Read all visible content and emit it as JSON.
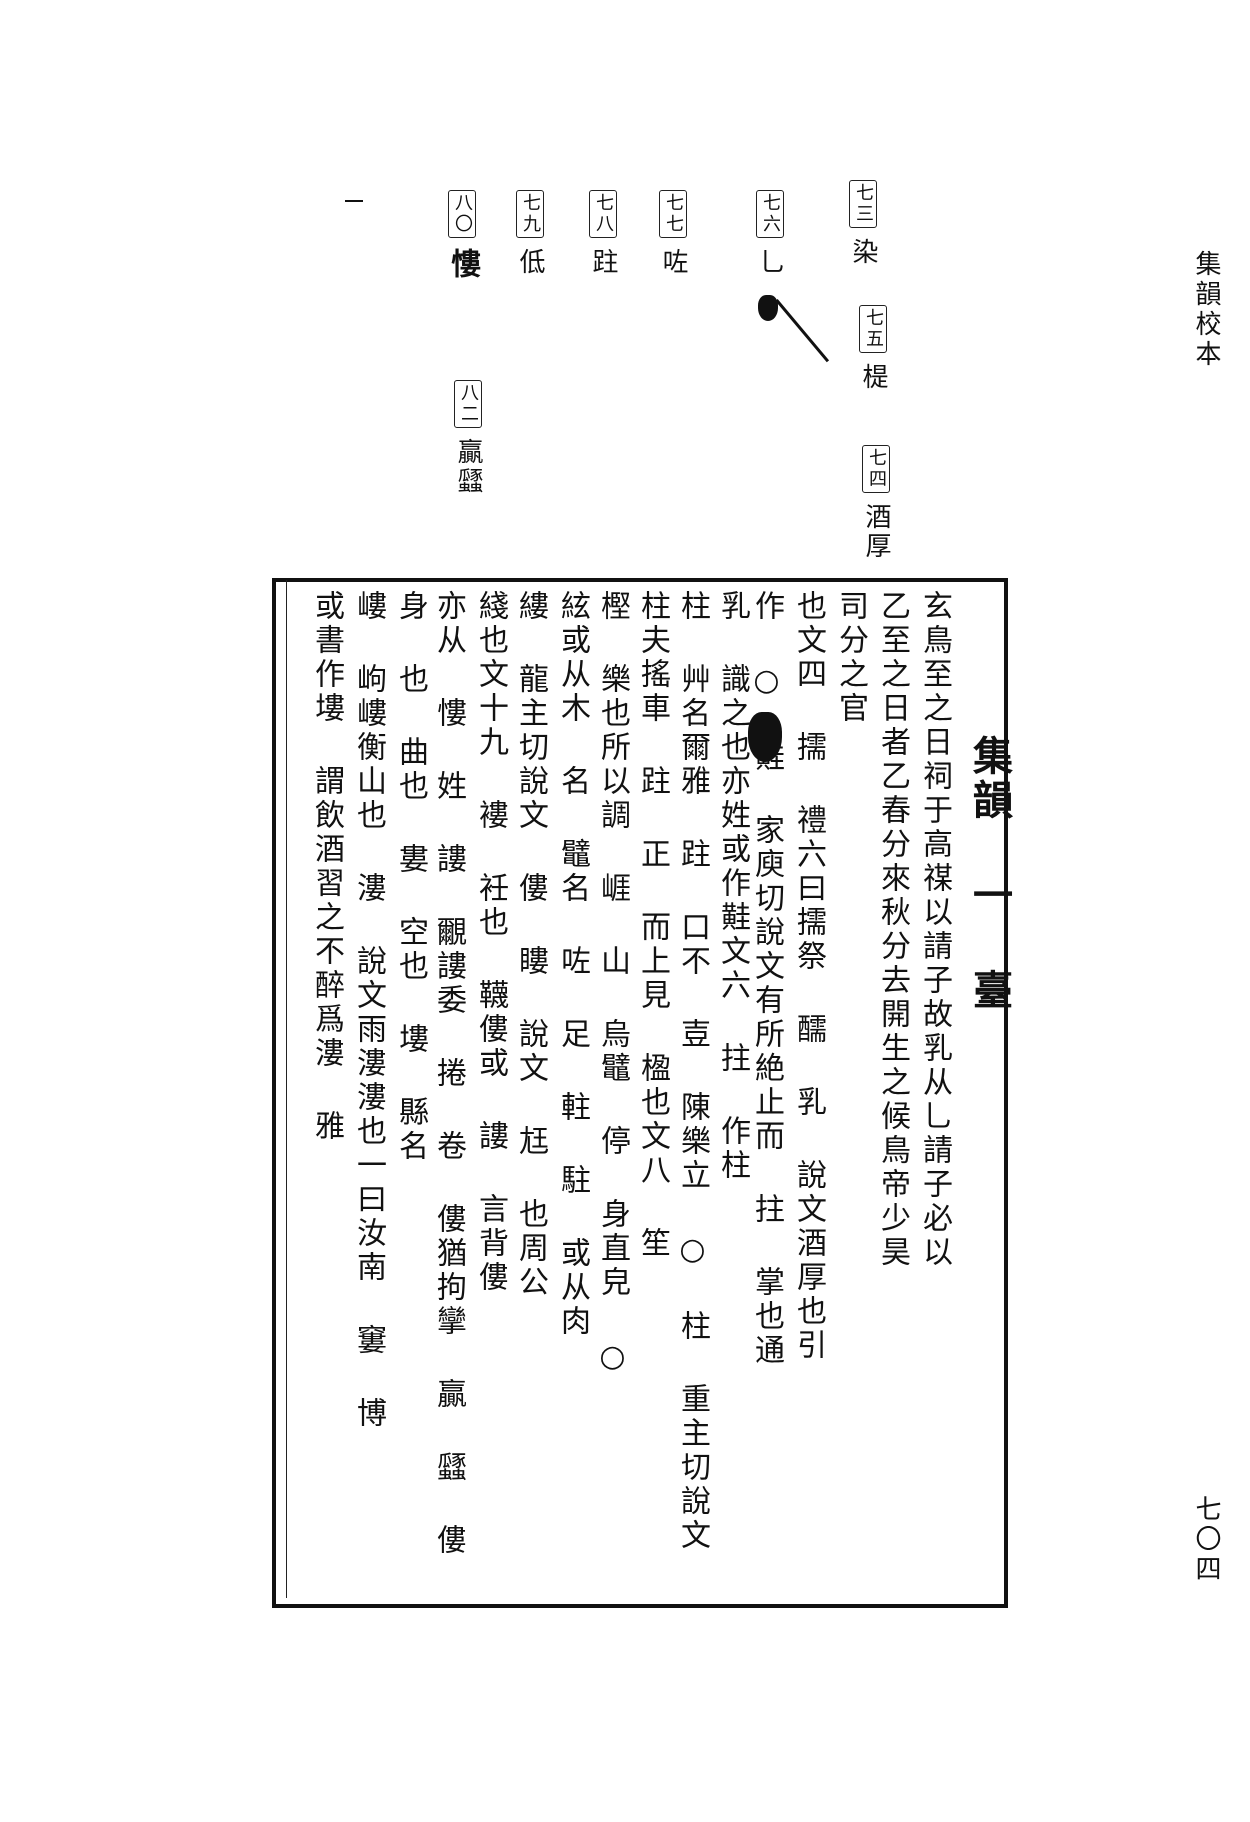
{
  "side_title": "集韻校本",
  "page_number": "七〇四",
  "notes": [
    {
      "ref": "七三",
      "text": "染"
    },
    {
      "ref": "七五",
      "text": "㮛"
    },
    {
      "ref": "七四",
      "text": "酒厚"
    },
    {
      "ref": "七六",
      "text": "乚"
    },
    {
      "ref": "七七",
      "text": "咗"
    },
    {
      "ref": "七八",
      "text": "跓"
    },
    {
      "ref": "七九",
      "text": "低"
    },
    {
      "ref": "八〇",
      "text": "慺"
    },
    {
      "ref": "八二",
      "text": "贏瓥"
    }
  ],
  "header_fragment": "集韻 一 臺",
  "columns": [
    "玄鳥至之日祠于高禖以請子故乳从乚請子必以",
    "乙至之日者乙春分來秋分去開生之候鳥帝少昊",
    "司分之官",
    "也文四 擩 禮六曰擩祭 醹 乳 說文酒厚也引",
    "作 ○ 黊 家庾切說文有所絶止而 拄 掌也通",
    "乳 識之也亦姓或作黊文六 拄 作柱",
    "柱 艸名爾雅 跓 口不 壴 陳樂立 ○ 柱 重主切說文",
    "柱夫搖車 跓 正 而上見 楹也文八 笙",
    "樫 樂也所以調 崕 山 烏鼊 停 身直皃 ○",
    "絃或从木 名 鼊名 咗 足 軴 駐 或从肉",
    "縷 龍主切說文 僂 瞜 說文 尪 也周公",
    "綫也文十九 褸 衽也 韈僂或 謱 言背僂",
    "亦从 慺 姓 謱 覼謱委 捲 卷 僂猶拘攣 贏 瓥 僂",
    "身 也 曲也 婁 空也 塿 縣名",
    "嶁 岣嶁衡山也 漊 說文雨漊漊也一曰汝南 窶 博",
    "或書作塿 謂飲酒習之不醉爲漊 雅"
  ]
}
